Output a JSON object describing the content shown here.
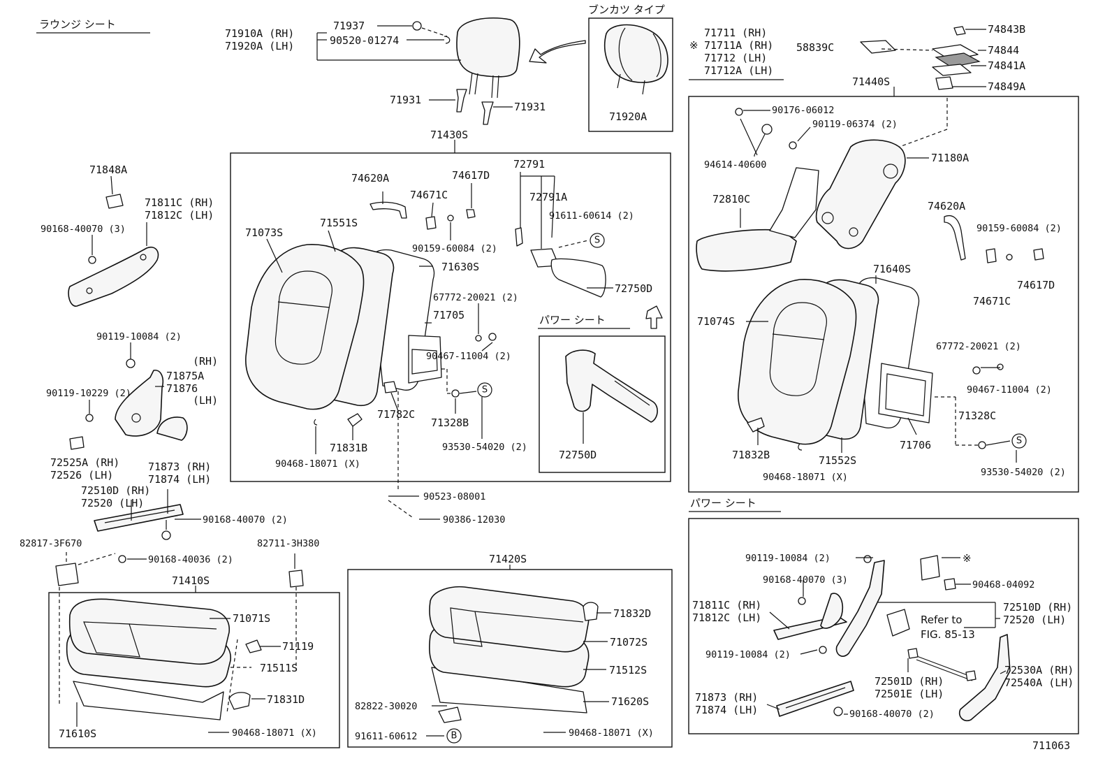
{
  "headings": {
    "lounge_seat": "ラウンジ シート",
    "separate_type": "ブンカツ タイプ",
    "power_seat_center": "パワー シート",
    "power_seat_right": "パワー シート"
  },
  "labels": {
    "p71937": "71937",
    "p71910A": "71910A (RH)",
    "p71920A_lh": "71920A (LH)",
    "p90520": "90520-01274",
    "p71931_l": "71931",
    "p71931_r": "71931",
    "p71920A_box": "71920A",
    "p71430S": "71430S",
    "p71711": "71711  (RH)",
    "p71711A": "71711A (RH)",
    "p71712": "71712  (LH)",
    "p71712A": "71712A (LH)",
    "p58839C": "58839C",
    "p74843B": "74843B",
    "p74844": "74844",
    "p74841A": "74841A",
    "p74849A": "74849A",
    "p71440S": "71440S",
    "p90176": "90176-06012",
    "p90119_06374": "90119-06374 (2)",
    "p94614": "94614-40600",
    "p71180A": "71180A",
    "p72810C": "72810C",
    "p74620A_r": "74620A",
    "p90159_r": "90159-60084 (2)",
    "p74617D_r": "74617D",
    "p74671C_r": "74671C",
    "p71640S": "71640S",
    "p71074S": "71074S",
    "p67772_r": "67772-20021 (2)",
    "p90467_r": "90467-11004 (2)",
    "p71328C": "71328C",
    "p71832B": "71832B",
    "p71552S": "71552S",
    "p71706": "71706",
    "p90468_r": "90468-18071 (X)",
    "p93530_r": "93530-54020 (2)",
    "p71848A": "71848A",
    "p71811C_l": "71811C (RH)",
    "p71812C_l": "71812C (LH)",
    "p90168_3_l": "90168-40070 (3)",
    "p90119_10084_l": "90119-10084 (2)",
    "p_rh": "(RH)",
    "p71875A": "71875A",
    "p71876": "71876",
    "p_lh": "(LH)",
    "p90119_10229": "90119-10229 (2)",
    "p72525A": "72525A (RH)",
    "p72526": "72526  (LH)",
    "p71873_l": "71873 (RH)",
    "p71874_l": "71874 (LH)",
    "p72510D_l": "72510D (RH)",
    "p72520_l": "72520  (LH)",
    "p90168_2_l": "90168-40070 (2)",
    "p82817": "82817-3F670",
    "p90168_40036": "90168-40036 (2)",
    "p82711": "82711-3H380",
    "p74620A_c": "74620A",
    "p74617D_c": "74617D",
    "p74671C_c": "74671C",
    "p72791": "72791",
    "p72791A": "72791A",
    "p71551S": "71551S",
    "p91611_60614": "91611-60614 (2)",
    "p71073S": "71073S",
    "p90159_c": "90159-60084 (2)",
    "p71630S": "71630S",
    "p72750D_top": "72750D",
    "p67772_c": "67772-20021 (2)",
    "p71705": "71705",
    "p90467_c": "90467-11004 (2)",
    "p72750D_box": "72750D",
    "p71782C": "71782C",
    "p71328B": "71328B",
    "p71831B": "71831B",
    "p93530_c": "93530-54020 (2)",
    "p90468_c": "90468-18071 (X)",
    "p90523": "90523-08001",
    "p90386": "90386-12030",
    "p71410S": "71410S",
    "p71071S": "71071S",
    "p71119": "71119",
    "p71511S": "71511S",
    "p71831D": "71831D",
    "p71610S": "71610S",
    "p90468_bl": "90468-18071 (X)",
    "p71420S": "71420S",
    "p71832D": "71832D",
    "p71072S": "71072S",
    "p71512S": "71512S",
    "p71620S": "71620S",
    "p82822": "82822-30020",
    "p91611_60612": "91611-60612",
    "p90468_bc": "90468-18071 (X)",
    "p90119_10084_r1": "90119-10084 (2)",
    "p90168_3_r": "90168-40070 (3)",
    "p90468_04092": "90468-04092",
    "p71811C_r": "71811C (RH)",
    "p71812C_r": "71812C (LH)",
    "p72510D_r": "72510D (RH)",
    "p72520_r": "72520  (LH)",
    "p_refer": "Refer to",
    "p_fig": "FIG. 85-13",
    "p90119_10084_r2": "90119-10084 (2)",
    "p72530A": "72530A (RH)",
    "p72540A": "72540A (LH)",
    "p72501D": "72501D (RH)",
    "p72501E": "72501E (LH)",
    "p71873_r": "71873 (RH)",
    "p71874_r": "71874 (LH)",
    "p90168_2_r": "90168-40070 (2)",
    "p_figno": "711063"
  },
  "symbols": {
    "kome_1": "※",
    "kome_2": "※",
    "s_1": "S",
    "s_2": "S",
    "s_3": "S",
    "b_1": "B"
  }
}
